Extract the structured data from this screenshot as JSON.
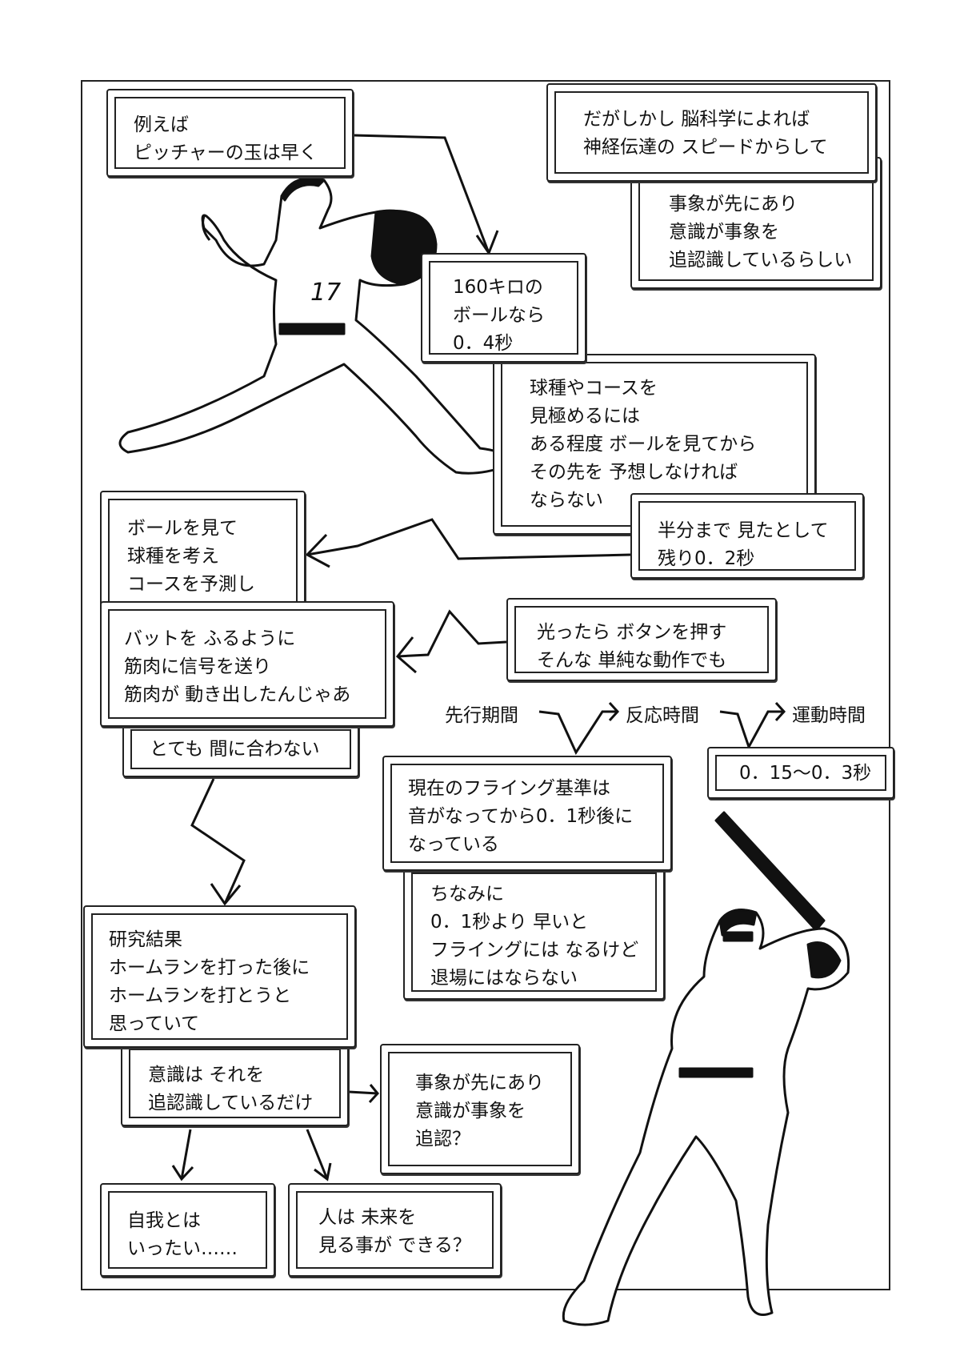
{
  "panels": {
    "example": [
      "例えば",
      "ピッチャーの玉は早く"
    ],
    "brain_science": [
      "だがしかし 脳科学によれば",
      "神経伝達の スピードからして"
    ],
    "event_first_1": [
      "事象が先にあり",
      "意識が事象を",
      "追認識しているらしい"
    ],
    "speed": [
      "160キロの",
      "ボールなら",
      "0．4秒"
    ],
    "pitch_type": [
      "球種やコースを",
      "見極めるには",
      "ある程度 ボールを見てから",
      "その先を 予想しなければ",
      " ならない"
    ],
    "half": [
      "半分まで 見たとして",
      "残り0．2秒"
    ],
    "see_ball": [
      "ボールを見て",
      "球種を考え",
      "コースを予測し"
    ],
    "bat": [
      "バットを ふるように",
      "筋肉に信号を送り",
      "筋肉が 動き出したんじゃあ"
    ],
    "too_late": [
      "とても 間に合わない"
    ],
    "button": [
      "光ったら ボタンを押す",
      "そんな 単純な動作でも"
    ],
    "time_range": [
      "0．15〜0．3秒"
    ],
    "false_start": [
      "現在のフライング基準は",
      "音がなってから0．1秒後に",
      "なっている"
    ],
    "by_the_way": [
      "ちなみに",
      "0．1秒より 早いと",
      "フライングには なるけど",
      " 退場にはならない"
    ],
    "research": [
      "研究結果",
      "ホームランを打った後に",
      "ホームランを打とうと",
      "思っていて"
    ],
    "conscious": [
      "意識は それを",
      "追認識しているだけ"
    ],
    "event_first_2": [
      "事象が先にあり",
      "意識が事象を",
      "追認？"
    ],
    "self": [
      "自我とは",
      "いったい……"
    ],
    "future": [
      "人は 未来を",
      "見る事が できる？"
    ]
  },
  "timeline": {
    "preparation": "先行期間",
    "reaction": "反応時間",
    "movement": "運動時間"
  },
  "figures": {
    "pitcher_number": "17"
  }
}
